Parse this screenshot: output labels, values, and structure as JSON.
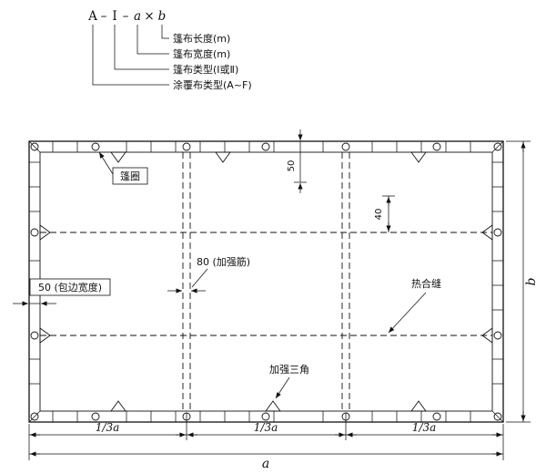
{
  "designation": {
    "code_parts": [
      "A",
      "–",
      "Ⅰ",
      "–",
      "a",
      "×",
      "b"
    ],
    "labels": [
      "篷布长度(m)",
      "篷布宽度(m)",
      "篷布类型(Ⅰ或Ⅱ)",
      "涂覆布类型(A~F)"
    ]
  },
  "callouts": {
    "grommet_ring": "篷圈",
    "reinforcing_rib": "80 (加强筋)",
    "hem_width": "50 (包边宽度)",
    "heat_seam": "热合缝",
    "reinforcing_triangle": "加强三角"
  },
  "dims": {
    "top_offset": "50",
    "seam_offset": "40",
    "third_1": "1/3a",
    "third_2": "1/3a",
    "third_3": "1/3a",
    "total_width": "a",
    "total_height": "b"
  },
  "colors": {
    "line": "#111111",
    "background": "#ffffff"
  }
}
